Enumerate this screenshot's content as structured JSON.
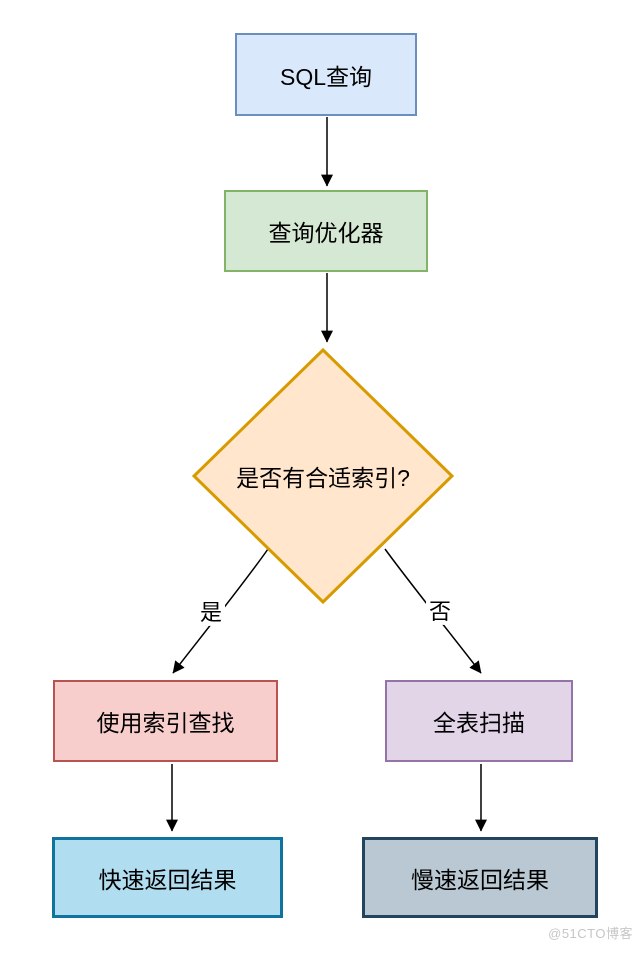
{
  "diagram": {
    "type": "flowchart",
    "background_color": "#ffffff",
    "edge_color": "#000000",
    "text_color": "#000000",
    "nodes": {
      "sql": {
        "label": "SQL查询",
        "shape": "rect",
        "fill": "#dae8fc",
        "stroke": "#6c8ebf"
      },
      "optimizer": {
        "label": "查询优化器",
        "shape": "rect",
        "fill": "#d5e8d4",
        "stroke": "#82b366"
      },
      "decision": {
        "label": "是否有合适索引?",
        "shape": "diamond",
        "fill": "#ffe6cc",
        "stroke": "#d79b00"
      },
      "index_lookup": {
        "label": "使用索引查找",
        "shape": "rect",
        "fill": "#f8cecc",
        "stroke": "#b85450"
      },
      "full_scan": {
        "label": "全表扫描",
        "shape": "rect",
        "fill": "#e1d5e7",
        "stroke": "#9673a6"
      },
      "fast_result": {
        "label": "快速返回结果",
        "shape": "rect",
        "fill": "#b1ddf0",
        "stroke": "#10739e"
      },
      "slow_result": {
        "label": "慢速返回结果",
        "shape": "rect",
        "fill": "#bac8d3",
        "stroke": "#23445d"
      }
    },
    "edges": [
      {
        "from": "sql",
        "to": "optimizer",
        "label": ""
      },
      {
        "from": "optimizer",
        "to": "decision",
        "label": ""
      },
      {
        "from": "decision",
        "to": "index_lookup",
        "label": "是"
      },
      {
        "from": "decision",
        "to": "full_scan",
        "label": "否"
      },
      {
        "from": "index_lookup",
        "to": "fast_result",
        "label": ""
      },
      {
        "from": "full_scan",
        "to": "slow_result",
        "label": ""
      }
    ]
  },
  "watermark": {
    "text": "@51CTO博客",
    "color": "#c6c6c6"
  }
}
